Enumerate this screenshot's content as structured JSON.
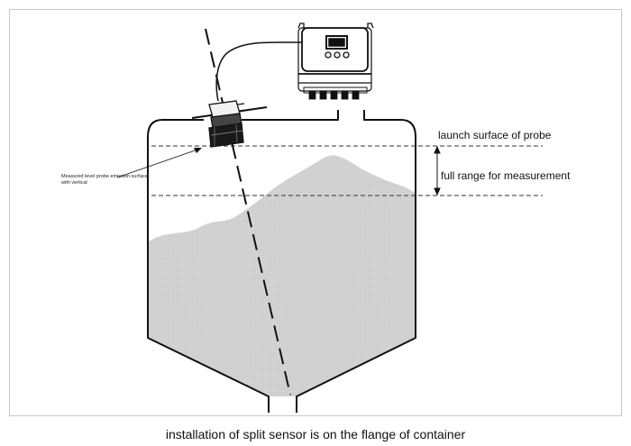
{
  "labels": {
    "launch_surface": "launch surface of probe",
    "full_range": "full range for measurement",
    "probe_note": "Measured level probe emission surface with vertical",
    "caption": "installation of split sensor is on the flange of container"
  },
  "colors": {
    "line": "#111111",
    "material_fill": "#cfcfcf",
    "frame": "#c8c8c8"
  },
  "icons": [
    "transmitter-box-icon",
    "probe-sensor-icon",
    "arrow-icon"
  ]
}
